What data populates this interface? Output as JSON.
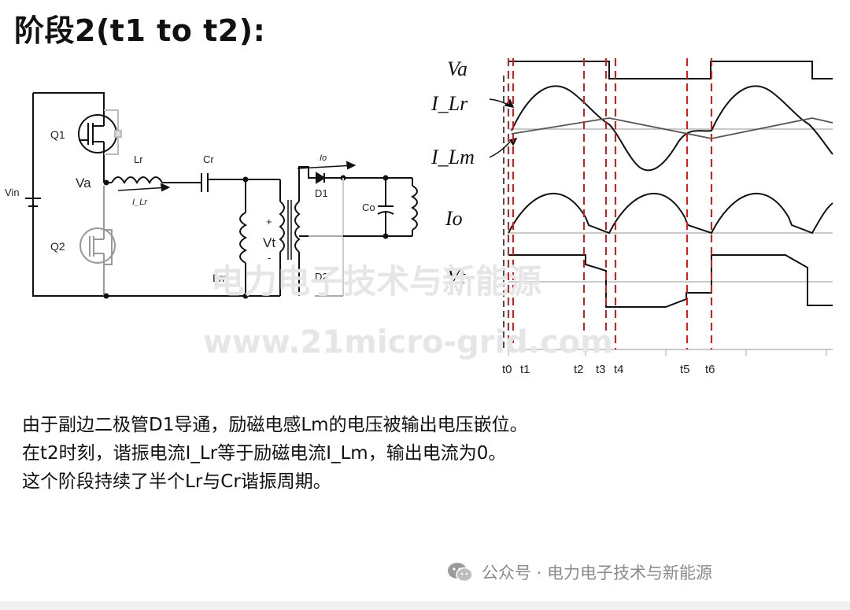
{
  "title": "阶段2(t1 to t2):",
  "circuit": {
    "labels": {
      "vin": "Vin",
      "q1": "Q1",
      "q2": "Q2",
      "va": "Va",
      "lr": "Lr",
      "ilr": "I_Lr",
      "cr": "Cr",
      "lm": "Lm",
      "vt": "Vt",
      "io": "Io",
      "d1": "D1",
      "d2": "D2",
      "co": "Co",
      "plus": "+",
      "minus": "-"
    }
  },
  "waveform": {
    "signals": {
      "va": "Va",
      "ilr": "I_Lr",
      "ilm": "I_Lm",
      "io": "Io",
      "vt": "Vt"
    },
    "time_markers": [
      "t0",
      "t1",
      "t2",
      "t3",
      "t4",
      "t5",
      "t6"
    ]
  },
  "watermark": {
    "cn": "电力电子技术与新能源",
    "url": "www.21micro-grid.com"
  },
  "description": [
    "由于副边二极管D1导通，励磁电感Lm的电压被输出电压嵌位。",
    "在t2时刻，谐振电流I_Lr等于励磁电流I_Lm，输出电流为0。",
    "这个阶段持续了半个Lr与Cr谐振周期。"
  ],
  "footer": {
    "text": "公众号 · 电力电子技术与新能源"
  }
}
